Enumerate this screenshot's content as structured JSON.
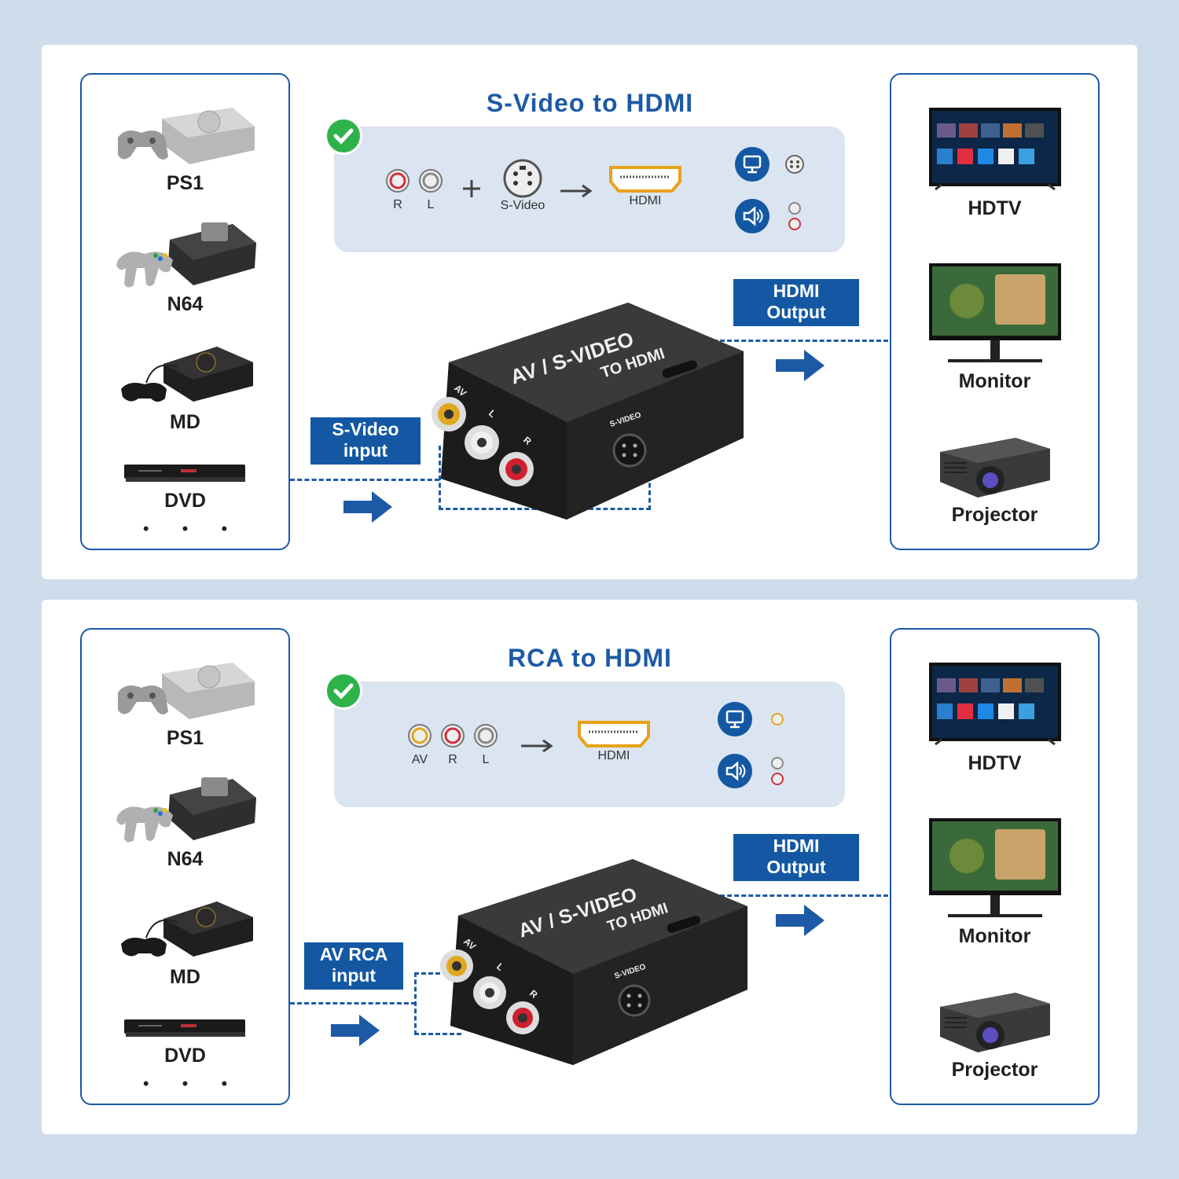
{
  "top_section": {
    "title": "S-Video to HDMI",
    "ports": {
      "r": "R",
      "l": "L",
      "svideo": "S-Video",
      "hdmi": "HDMI"
    },
    "input_tag": "S-Video\ninput",
    "output_tag": "HDMI\nOutput"
  },
  "bottom_section": {
    "title": "RCA to HDMI",
    "ports": {
      "av": "AV",
      "r": "R",
      "l": "L",
      "hdmi": "HDMI"
    },
    "input_tag": "AV RCA\ninput",
    "output_tag": "HDMI\nOutput"
  },
  "sources": [
    "PS1",
    "N64",
    "MD",
    "DVD"
  ],
  "sources_more": "• • •",
  "outputs": [
    "HDTV",
    "Monitor",
    "Projector"
  ],
  "device_print": {
    "line1": "AV / S-VIDEO",
    "line2": "TO HDMI",
    "svideo_port": "S-VIDEO",
    "av": "AV",
    "l": "L",
    "r": "R"
  },
  "colors": {
    "accent": "#1458a3",
    "background": "#cfdcec",
    "diagram_bg": "#dbe5f1",
    "check": "#2db34a"
  }
}
